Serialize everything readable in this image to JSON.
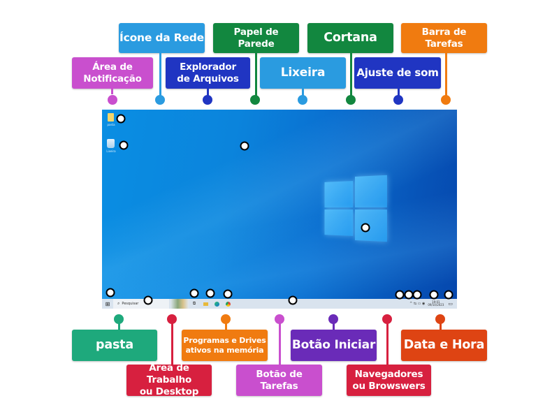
{
  "activity": {
    "type": "labelled diagram",
    "subject": "Windows 10 desktop"
  },
  "top_labels": [
    {
      "id": "notificacao",
      "text": "Área de\nNotificação",
      "color": "#c94fce"
    },
    {
      "id": "icone-rede",
      "text": "Ícone da Rede",
      "color": "#2a9be0"
    },
    {
      "id": "explorador",
      "text": "Explorador\nde Arquivos",
      "color": "#2035c2"
    },
    {
      "id": "papel-parede",
      "text": "Papel de\nParede",
      "color": "#12873f"
    },
    {
      "id": "lixeira",
      "text": "Lixeira",
      "color": "#2a9be0"
    },
    {
      "id": "cortana",
      "text": "Cortana",
      "color": "#12873f"
    },
    {
      "id": "ajuste-som",
      "text": "Ajuste de som",
      "color": "#2035c2"
    },
    {
      "id": "barra-tarefas",
      "text": "Barra de\nTarefas",
      "color": "#f07b10"
    }
  ],
  "bottom_labels": [
    {
      "id": "pasta",
      "text": "pasta",
      "color": "#1ea97c"
    },
    {
      "id": "area-trabalho",
      "text": "Área de Trabalho\nou Desktop",
      "color": "#d7203f"
    },
    {
      "id": "programas",
      "text": "Programas e Drives\nativos na memória",
      "color": "#f07b10"
    },
    {
      "id": "botao-tarefas",
      "text": "Botão de\nTarefas",
      "color": "#c94fce"
    },
    {
      "id": "botao-iniciar",
      "text": "Botão Iniciar",
      "color": "#6a2bb8"
    },
    {
      "id": "navegadores",
      "text": "Navegadores\nou Browswers",
      "color": "#d7203f"
    },
    {
      "id": "data-hora",
      "text": "Data e Hora",
      "color": "#de4413"
    }
  ],
  "desktop": {
    "icons": [
      {
        "name": "folder",
        "label": "pasta"
      },
      {
        "name": "recycle-bin",
        "label": "Lixeira"
      }
    ],
    "taskbar": {
      "search_placeholder": "Pesquisar",
      "search_icon": "⌕",
      "start_icon": "⊞",
      "task_view_icon": "⧉",
      "tray_icons": "^ ⇆ ▭ ◉",
      "time": "19:01",
      "date": "09/10/2023",
      "notification_icon": "▭"
    }
  }
}
